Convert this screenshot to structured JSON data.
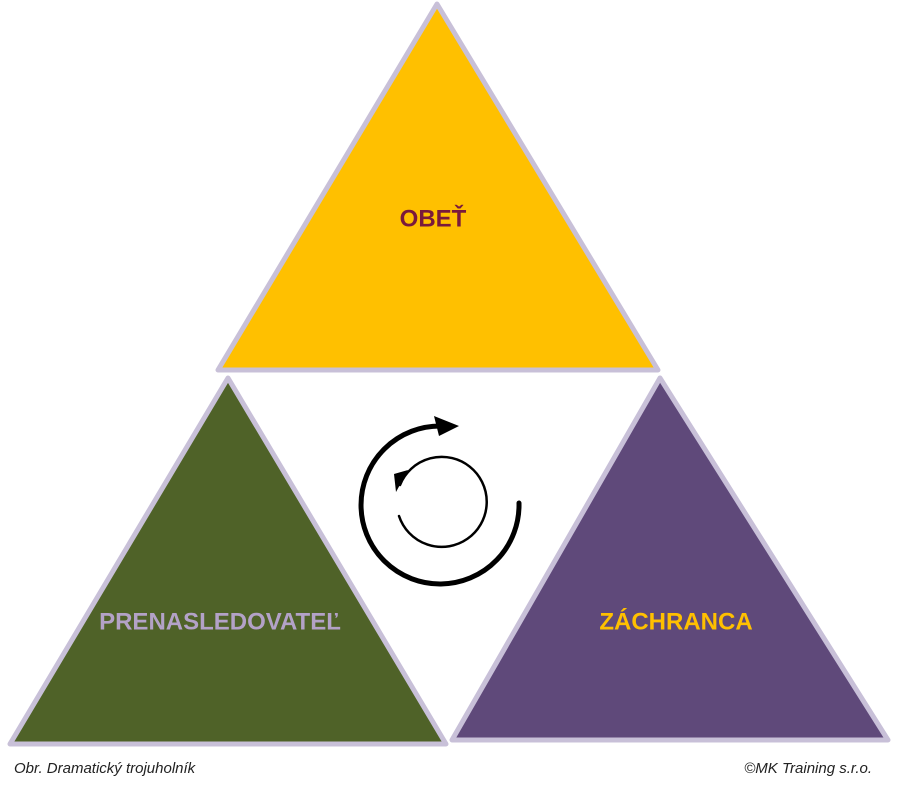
{
  "diagram": {
    "triangles": [
      {
        "id": "top",
        "label": "OBEŤ",
        "fill": "#FFC000",
        "label_color": "#7A1A3C"
      },
      {
        "id": "left",
        "label": "PRENASLEDOVATEĽ",
        "fill": "#4F6228",
        "label_color": "#B3A2C7"
      },
      {
        "id": "right",
        "label": "ZÁCHRANCA",
        "fill": "#5F497A",
        "label_color": "#FFC000"
      }
    ],
    "border_color": "#C8C0D8",
    "center_icon": "cycle-arrows-icon"
  },
  "footer": {
    "caption": "Obr. Dramatický trojuholník",
    "copyright": "©MK Training s.r.o."
  }
}
